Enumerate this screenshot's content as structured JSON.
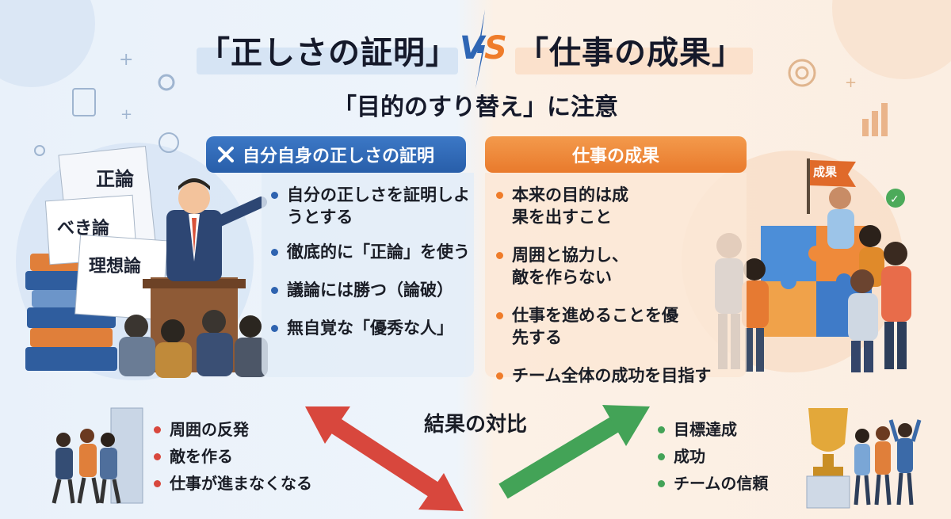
{
  "header": {
    "left_title": "「正しさの証明」",
    "vs_v": "V",
    "vs_s": "S",
    "right_title": "「仕事の成果」",
    "subtitle": "「目的のすり替え」に注意"
  },
  "left_panel": {
    "header_icon": "x-icon",
    "header": "自分自身の正しさの証明",
    "points": [
      "自分の正しさを証明しようとする",
      "徹底的に「正論」を使う",
      "議論には勝つ（論破）",
      "無自覚な「優秀な人」"
    ],
    "paper_labels": [
      "正論",
      "べき論",
      "理想論"
    ]
  },
  "right_panel": {
    "header": "仕事の成果",
    "points": [
      "本来の目的は成果を出すこと",
      "周囲と協力し、敵を作らない",
      "仕事を進めることを優先する",
      "チーム全体の成功を目指す"
    ],
    "flag_label": "成果"
  },
  "results": {
    "title": "結果の対比",
    "bad": [
      "周囲の反発",
      "敵を作る",
      "仕事が進まなくなる"
    ],
    "good": [
      "目標達成",
      "成功",
      "チームの信頼"
    ]
  },
  "colors": {
    "blue": "#2e63b0",
    "orange": "#ef7c2a",
    "red_arrow": "#d8473d",
    "green_arrow": "#43a357"
  }
}
